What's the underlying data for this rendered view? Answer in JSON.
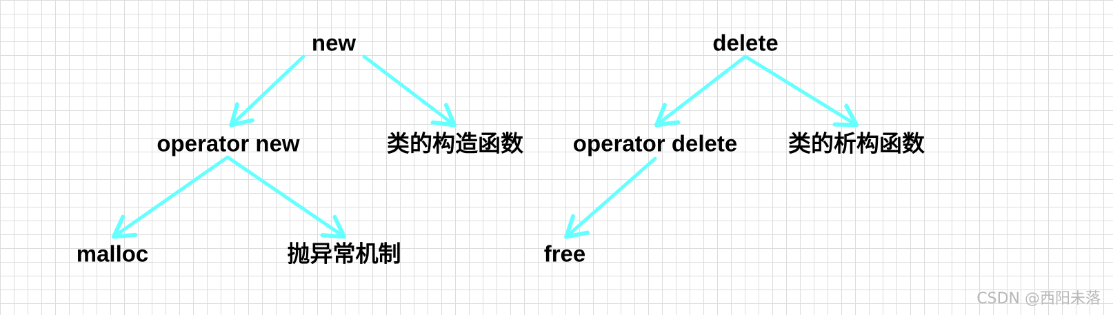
{
  "diagram": {
    "edge_color": "#66ffff",
    "nodes": {
      "new": "new",
      "operator_new": "operator new",
      "constructor": "类的构造函数",
      "malloc": "malloc",
      "exception": "抛异常机制",
      "delete": "delete",
      "operator_delete": "operator delete",
      "destructor": "类的析构函数",
      "free": "free"
    },
    "edges": [
      {
        "from": "new",
        "to": "operator_new"
      },
      {
        "from": "new",
        "to": "constructor"
      },
      {
        "from": "operator_new",
        "to": "malloc"
      },
      {
        "from": "operator_new",
        "to": "exception"
      },
      {
        "from": "delete",
        "to": "operator_delete"
      },
      {
        "from": "delete",
        "to": "destructor"
      },
      {
        "from": "operator_delete",
        "to": "free"
      }
    ]
  },
  "watermark": "CSDN @西阳未落"
}
